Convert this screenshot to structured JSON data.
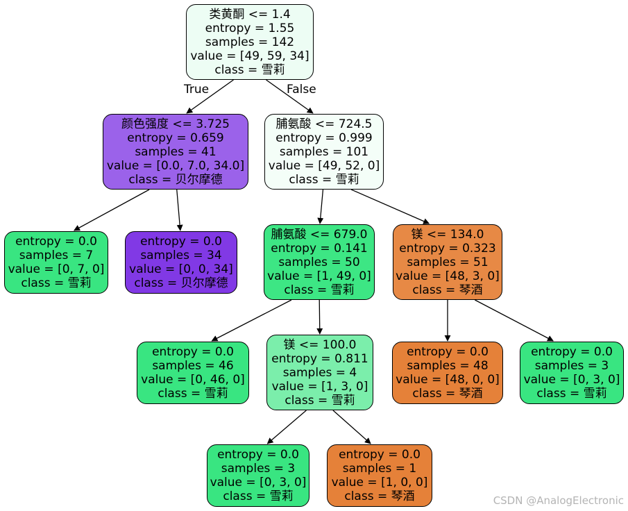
{
  "tree": {
    "edge_labels": {
      "true_label": "True",
      "false_label": "False"
    },
    "nodes": [
      {
        "lines": [
          "类黄酮 <= 1.4",
          "entropy = 1.55",
          "samples = 142",
          "value = [49, 59, 34]",
          "class = 雪莉"
        ],
        "fill": "#edfdf4"
      },
      {
        "lines": [
          "颜色强度 <= 3.725",
          "entropy = 0.659",
          "samples = 41",
          "value = [0.0, 7.0, 34.0]",
          "class = 贝尔摩德"
        ],
        "fill": "#9b62ea"
      },
      {
        "lines": [
          "脯氨酸 <= 724.5",
          "entropy = 0.999",
          "samples = 101",
          "value = [49, 52, 0]",
          "class = 雪莉"
        ],
        "fill": "#f4fef8"
      },
      {
        "lines": [
          "entropy = 0.0",
          "samples = 7",
          "value = [0, 7, 0]",
          "class = 雪莉"
        ],
        "fill": "#39e581"
      },
      {
        "lines": [
          "entropy = 0.0",
          "samples = 34",
          "value = [0, 0, 34]",
          "class = 贝尔摩德"
        ],
        "fill": "#8139e5"
      },
      {
        "lines": [
          "脯氨酸 <= 679.0",
          "entropy = 0.141",
          "samples = 50",
          "value = [1, 49, 0]",
          "class = 雪莉"
        ],
        "fill": "#3de684"
      },
      {
        "lines": [
          "镁 <= 134.0",
          "entropy = 0.323",
          "samples = 51",
          "value = [48, 3, 0]",
          "class = 琴酒"
        ],
        "fill": "#e78945"
      },
      {
        "lines": [
          "entropy = 0.0",
          "samples = 46",
          "value = [0, 46, 0]",
          "class = 雪莉"
        ],
        "fill": "#39e581"
      },
      {
        "lines": [
          "镁 <= 100.0",
          "entropy = 0.811",
          "samples = 4",
          "value = [1, 3, 0]",
          "class = 雪莉"
        ],
        "fill": "#7beeab"
      },
      {
        "lines": [
          "entropy = 0.0",
          "samples = 48",
          "value = [48, 0, 0]",
          "class = 琴酒"
        ],
        "fill": "#e58139"
      },
      {
        "lines": [
          "entropy = 0.0",
          "samples = 3",
          "value = [0, 3, 0]",
          "class = 雪莉"
        ],
        "fill": "#39e581"
      },
      {
        "lines": [
          "entropy = 0.0",
          "samples = 3",
          "value = [0, 3, 0]",
          "class = 雪莉"
        ],
        "fill": "#39e581"
      },
      {
        "lines": [
          "entropy = 0.0",
          "samples = 1",
          "value = [1, 0, 0]",
          "class = 琴酒"
        ],
        "fill": "#e58139"
      }
    ],
    "edges": [
      [
        0,
        1
      ],
      [
        0,
        2
      ],
      [
        1,
        3
      ],
      [
        1,
        4
      ],
      [
        2,
        5
      ],
      [
        2,
        6
      ],
      [
        5,
        7
      ],
      [
        5,
        8
      ],
      [
        6,
        9
      ],
      [
        6,
        10
      ],
      [
        8,
        11
      ],
      [
        8,
        12
      ]
    ]
  },
  "watermark": "CSDN @AnalogElectronic"
}
